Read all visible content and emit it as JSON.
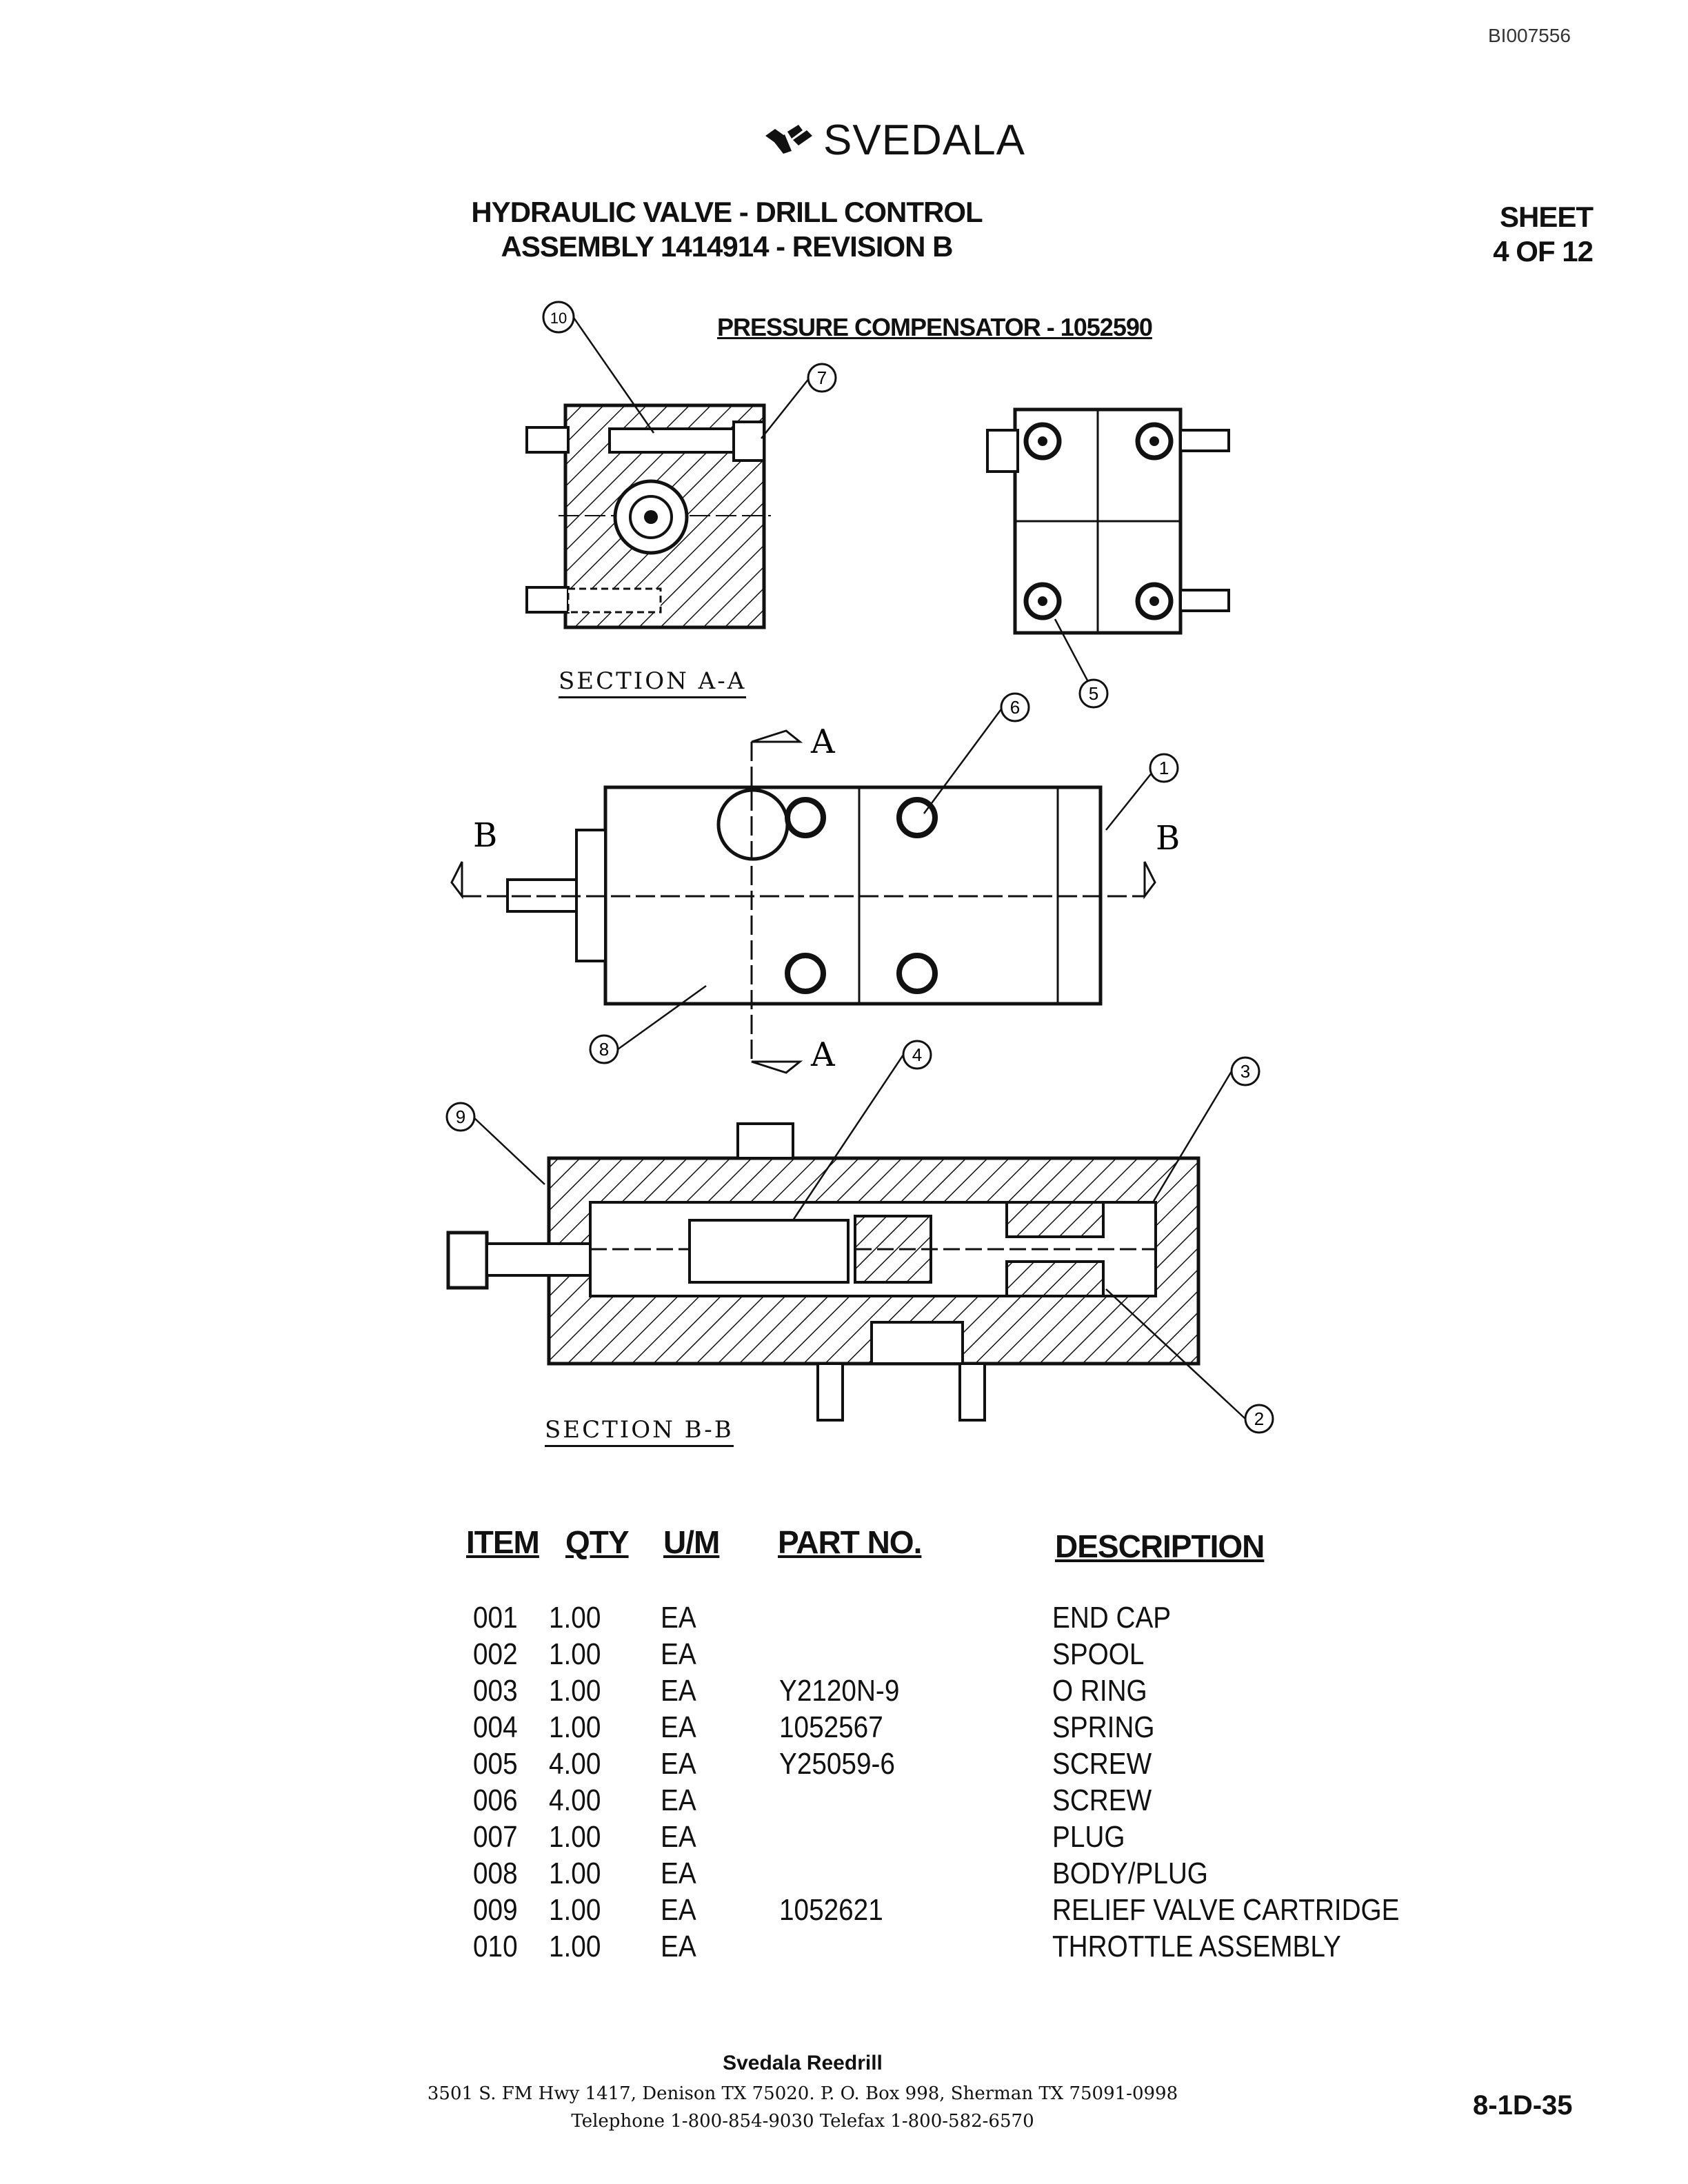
{
  "doc_id": "BI007556",
  "logo": {
    "text": "SVEDALA",
    "icon": "svedala-logo-icon"
  },
  "title": {
    "line1": "HYDRAULIC VALVE - DRILL CONTROL",
    "line2": "ASSEMBLY 1414914 - REVISION B"
  },
  "sheet": {
    "line1": "SHEET",
    "line2": "4 OF 12"
  },
  "subtitle": "PRESSURE COMPENSATOR - 1052590",
  "drawing": {
    "section_a_label": "SECTION A-A",
    "section_b_label": "SECTION B-B",
    "cut_a": "A",
    "cut_b": "B",
    "balloons": [
      "1",
      "2",
      "3",
      "4",
      "5",
      "6",
      "7",
      "8",
      "9",
      "10"
    ]
  },
  "table": {
    "headers": {
      "item": "ITEM",
      "qty": "QTY",
      "um": "U/M",
      "part": "PART NO.",
      "desc": "DESCRIPTION"
    },
    "rows": [
      {
        "item": "001",
        "qty": "1.00",
        "um": "EA",
        "part": "",
        "desc": "END CAP"
      },
      {
        "item": "002",
        "qty": "1.00",
        "um": "EA",
        "part": "",
        "desc": "SPOOL"
      },
      {
        "item": "003",
        "qty": "1.00",
        "um": "EA",
        "part": "Y2120N-9",
        "desc": "O RING"
      },
      {
        "item": "004",
        "qty": "1.00",
        "um": "EA",
        "part": "1052567",
        "desc": "SPRING"
      },
      {
        "item": "005",
        "qty": "4.00",
        "um": "EA",
        "part": "Y25059-6",
        "desc": "SCREW"
      },
      {
        "item": "006",
        "qty": "4.00",
        "um": "EA",
        "part": "",
        "desc": "SCREW"
      },
      {
        "item": "007",
        "qty": "1.00",
        "um": "EA",
        "part": "",
        "desc": "PLUG"
      },
      {
        "item": "008",
        "qty": "1.00",
        "um": "EA",
        "part": "",
        "desc": "BODY/PLUG"
      },
      {
        "item": "009",
        "qty": "1.00",
        "um": "EA",
        "part": "1052621",
        "desc": "RELIEF VALVE CARTRIDGE"
      },
      {
        "item": "010",
        "qty": "1.00",
        "um": "EA",
        "part": "",
        "desc": "THROTTLE ASSEMBLY"
      }
    ]
  },
  "footer": {
    "company": "Svedala Reedrill",
    "address": "3501 S. FM Hwy 1417, Denison TX 75020.   P. O. Box 998, Sherman TX 75091-0998",
    "phone": "Telephone 1-800-854-9030 Telefax 1-800-582-6570",
    "page": "8-1D-35"
  }
}
